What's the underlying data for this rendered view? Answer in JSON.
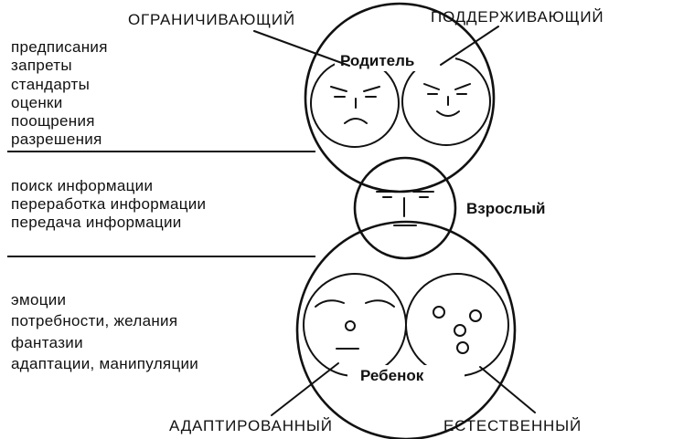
{
  "parent": {
    "label": "Родитель",
    "left_caption": "ОГРАНИЧИВАЮЩИЙ",
    "right_caption": "ПОДДЕРЖИВАЮЩИЙ",
    "functions": [
      "предписания",
      "запреты",
      "стандарты",
      "оценки",
      "поощрения",
      "разрешения"
    ]
  },
  "adult": {
    "label": "Взрослый",
    "functions": [
      "поиск информации",
      "переработка информации",
      "передача информации"
    ]
  },
  "child": {
    "label": "Ребенок",
    "left_caption": "АДАПТИРОВАННЫЙ",
    "right_caption": "ЕСТЕСТВЕННЫЙ",
    "functions": [
      "эмоции",
      "потребности, желания",
      "фантазии",
      "адаптации, манипуляции"
    ]
  }
}
